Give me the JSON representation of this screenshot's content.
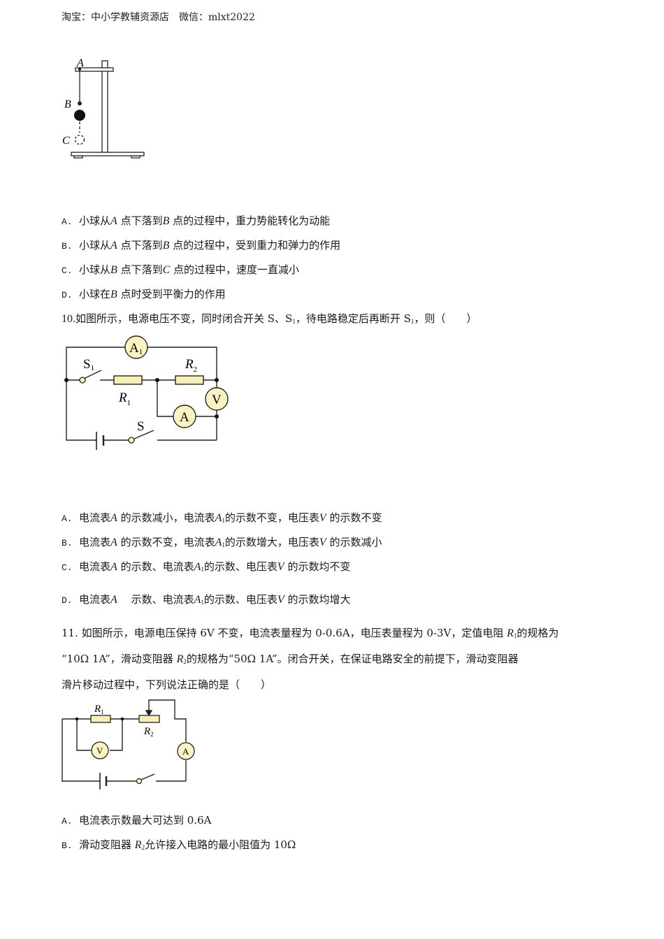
{
  "header": {
    "text": "淘宝：中小学教辅资源店　微信：mlxt2022"
  },
  "figure_pendulum": {
    "labels": {
      "a": "A",
      "b": "B",
      "c": "C"
    }
  },
  "q9": {
    "options": [
      {
        "letter": "A.",
        "parts": [
          "小球从",
          "A",
          "点下落到",
          "B",
          "点的过程中，重力势能转化为动能"
        ]
      },
      {
        "letter": "B.",
        "parts": [
          "小球从",
          "A",
          "点下落到",
          "B",
          "点的过程中，受到重力和弹力的作用"
        ]
      },
      {
        "letter": "C.",
        "parts": [
          "小球从",
          "B",
          "点下落到",
          "C",
          "点的过程中，速度一直减小"
        ]
      },
      {
        "letter": "D.",
        "parts": [
          "小球在",
          "B",
          "点时受到平衡力的作用"
        ]
      }
    ]
  },
  "q10": {
    "stem": {
      "number": "10.",
      "p1": "如图所示，电源电压不变，同时闭合开关 S、S",
      "sub1": "1",
      "p2": "，待电路稳定后再断开 S",
      "sub2": "1",
      "p3": "，则（　　）"
    },
    "circuit_labels": {
      "a1": "A",
      "a1_sub": "1",
      "s1": "S",
      "s1_sub": "1",
      "r1": "R",
      "r1_sub": "1",
      "r2": "R",
      "r2_sub": "2",
      "v": "V",
      "a": "A",
      "s": "S"
    },
    "options": [
      {
        "letter": "A.",
        "t1": "电流表",
        "m1": "A",
        "t2": "的示数减小，电流表",
        "m2": "A",
        "m2sub": "1",
        "t3": "的示数不变，电压表",
        "m3": "V",
        "t4": "的示数不变"
      },
      {
        "letter": "B.",
        "t1": "电流表",
        "m1": "A",
        "t2": "的示数不变，电流表",
        "m2": "A",
        "m2sub": "1",
        "t3": "的示数增大，电压表",
        "m3": "V",
        "t4": "的示数减小"
      },
      {
        "letter": "C.",
        "t1": "电流表",
        "m1": "A",
        "t2": "的示数、电流表",
        "m2": "A",
        "m2sub": "1",
        "t3": "的示数、电压表",
        "m3": "V",
        "t4": "的示数均不变"
      },
      {
        "letter": "D.",
        "t1": "电流表",
        "m1": "A",
        "t2": "　示数、电流表",
        "m2": "A",
        "m2sub": "1",
        "t3": "的示数、电压表",
        "m3": "V",
        "t4": "的示数均增大"
      }
    ]
  },
  "q11": {
    "stem_line1": {
      "p1": "11. 如图所示，电源电压保持 6V 不变，电流表量程为 0-0.6A，电压表量程为 0-3V，定值电阻 ",
      "m": "R",
      "sub": "1",
      "p2": "的规格为"
    },
    "stem_line2": {
      "p1": "“10Ω  1A”，滑动变阻器 ",
      "m": "R",
      "sub": "2",
      "p2": "的规格为“50Ω  1A”。闭合开关，在保证电路安全的前提下，滑动变阻器"
    },
    "stem_line3": "滑片移动过程中，下列说法正确的是（　　）",
    "circuit_labels": {
      "r1": "R",
      "r1_sub": "1",
      "r2": "R",
      "r2_sub": "2",
      "v": "V",
      "a": "A"
    },
    "options": [
      {
        "letter": "A.",
        "text": "电流表示数最大可达到 0.6A"
      },
      {
        "letter": "B.",
        "t1": "滑动变阻器 ",
        "m": "R",
        "sub": "2",
        "t2": "允许接入电路的最小阻值为 10Ω"
      }
    ]
  },
  "colors": {
    "meter_fill": "#fbf3c0",
    "resistor_fill": "#f7efb5",
    "wire": "#222222"
  }
}
